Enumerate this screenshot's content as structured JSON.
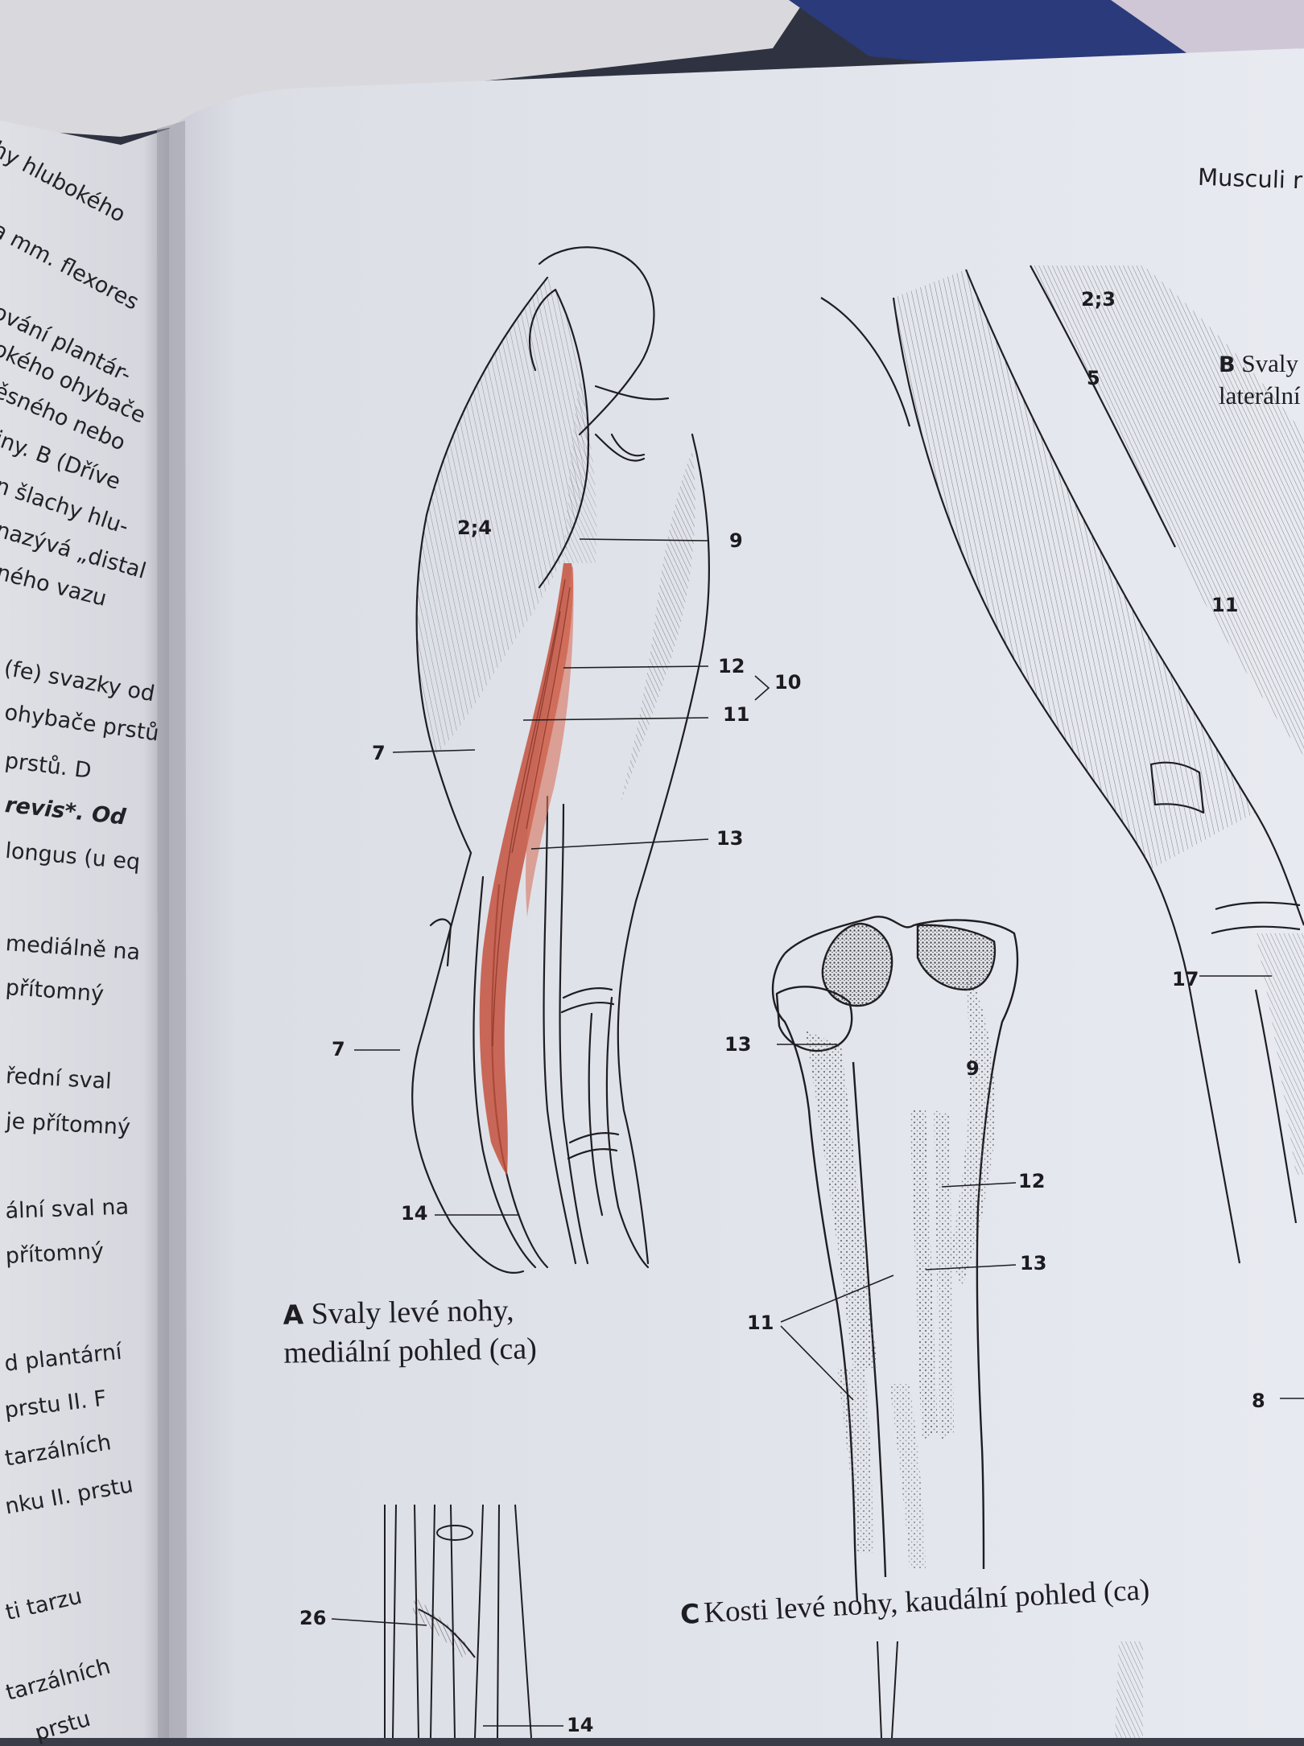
{
  "left_page": {
    "lines": [
      "hy hlubokého",
      "a mm. flexores",
      "ování plantár-",
      "okého ohybače",
      "ěsného nebo",
      "iny. B (Dříve",
      "n šlachy hlu-",
      "nazývá „distal",
      "ného vazu",
      "(fe) svazky od",
      "ohybače prstů",
      "prstů. D",
      "revis*. Od",
      "longus (u eq",
      "mediálně na",
      "přítomný",
      "řední sval",
      "je přítomný",
      "ální sval na",
      "přítomný",
      "d plantární",
      "prstu II. F",
      "tarzálních",
      "nku II. prstu",
      "ti tarzu",
      "tarzálních",
      "prstu"
    ]
  },
  "header": {
    "running_title": "Musculi r"
  },
  "figure_a": {
    "caption_letter": "A",
    "caption_line1": "Svaly levé nohy,",
    "caption_line2": "mediální pohled (ca)",
    "labels": [
      "2;4",
      "9",
      "12",
      "10",
      "11",
      "7",
      "13",
      "7",
      "14"
    ]
  },
  "figure_b": {
    "caption_letter": "B",
    "caption_line1": "Svaly",
    "caption_line2": "laterální",
    "labels": [
      "2;3",
      "5",
      "11",
      "17",
      "8"
    ]
  },
  "figure_c": {
    "caption_letter": "C",
    "caption_text": "Kosti levé nohy, kaudální pohled (ca)",
    "labels": [
      "13",
      "9",
      "12",
      "13",
      "11"
    ]
  },
  "figure_d": {
    "labels": [
      "26",
      "14"
    ]
  },
  "colors": {
    "page": "#e6e8ef",
    "ink": "#1e1d22",
    "muscle_highlight": "#c8563f",
    "background": "#3a3d47"
  }
}
